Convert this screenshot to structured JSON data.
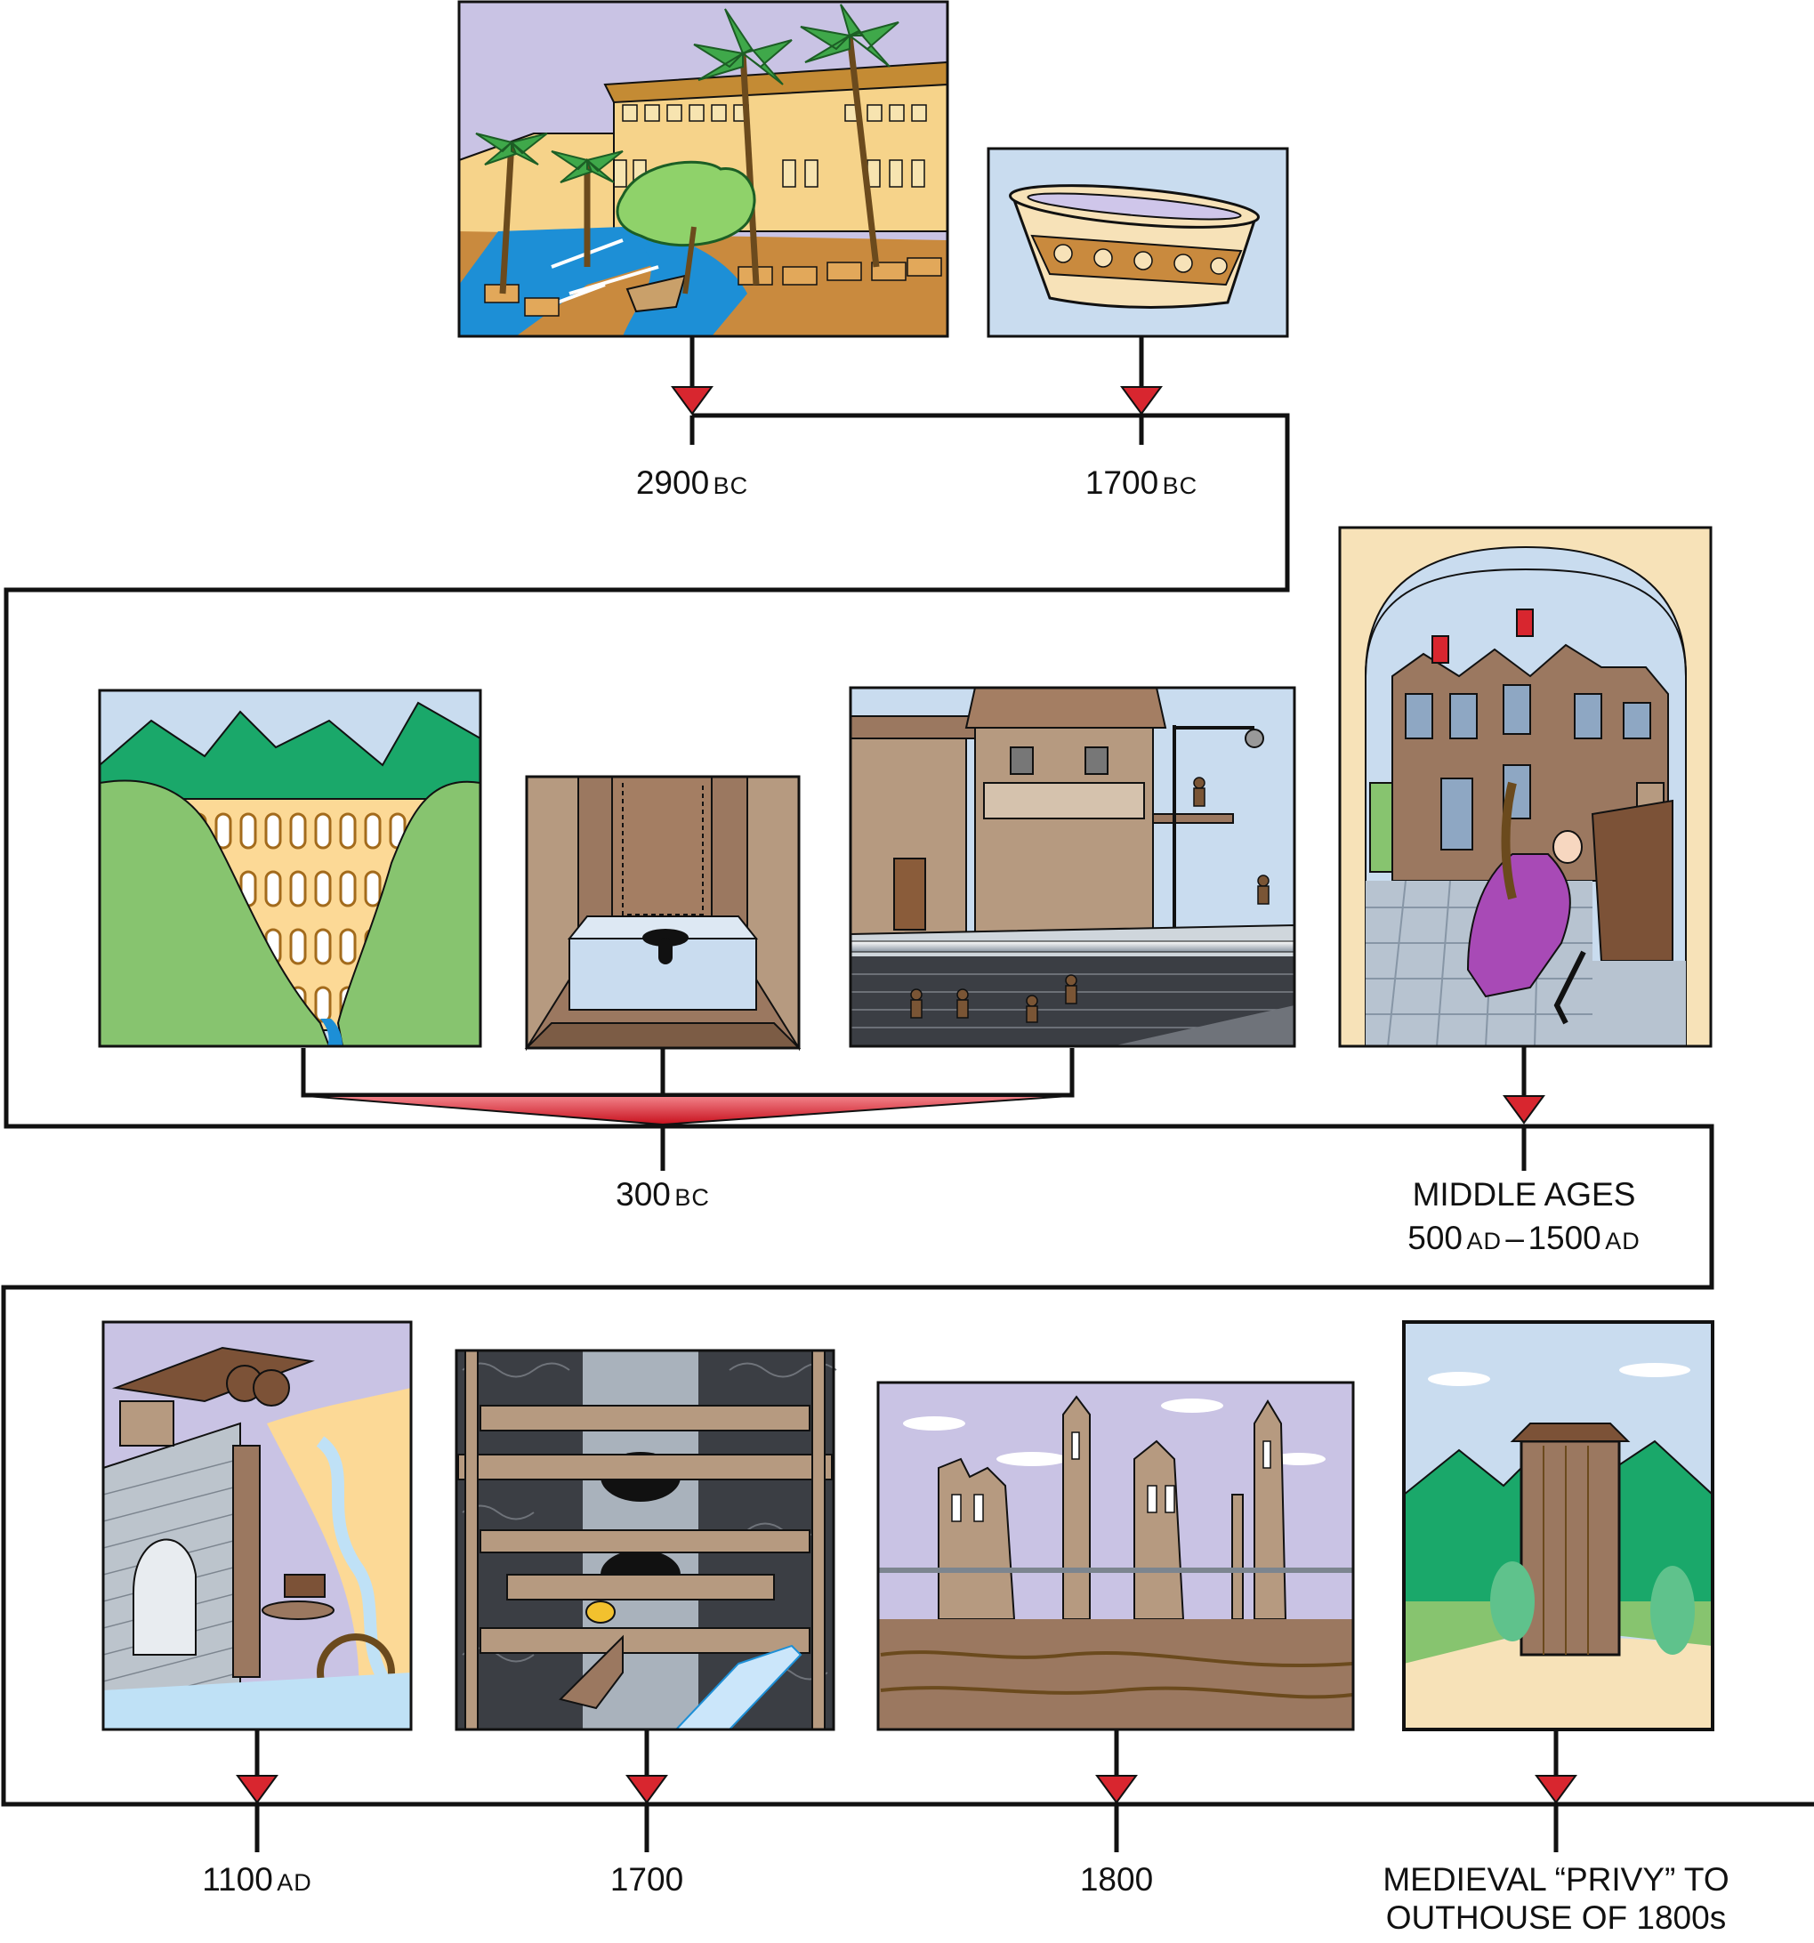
{
  "timeline": [
    {
      "id": "t1",
      "date": "2900",
      "era": "BC",
      "scene": "palace-with-gardens-and-canals"
    },
    {
      "id": "t2",
      "date": "1700",
      "era": "BC",
      "scene": "decorated-bathtub"
    },
    {
      "id": "t3",
      "date": "300",
      "era": "BC",
      "scene": [
        "aqueduct",
        "stone-latrine",
        "roman-street-with-sewer"
      ]
    },
    {
      "id": "t4",
      "line1": "MIDDLE AGES",
      "line2_start": "500",
      "line2_start_era": "AD",
      "line2_sep": "–",
      "line2_end": "1500",
      "line2_end_era": "AD",
      "scene": "emptying-chamber-pot-into-street"
    },
    {
      "id": "t5",
      "date": "1100",
      "era": "AD",
      "scene": "water-wheel-mill"
    },
    {
      "id": "t6",
      "date": "1700",
      "era": "",
      "scene": "mine-shaft-pump"
    },
    {
      "id": "t7",
      "date": "1800",
      "era": "",
      "scene": "ruined-city-buildings"
    },
    {
      "id": "t8",
      "line1": "MEDIEVAL “PRIVY” TO",
      "line2": "OUTHOUSE OF 1800s",
      "scene": "wooden-outhouse"
    }
  ],
  "colors": {
    "line": "#111111",
    "marker": "#d8262f",
    "sky": "#c9dcef",
    "lavender": "#c9c3e4",
    "brown": "#9b7860",
    "green": "#87c46f"
  }
}
